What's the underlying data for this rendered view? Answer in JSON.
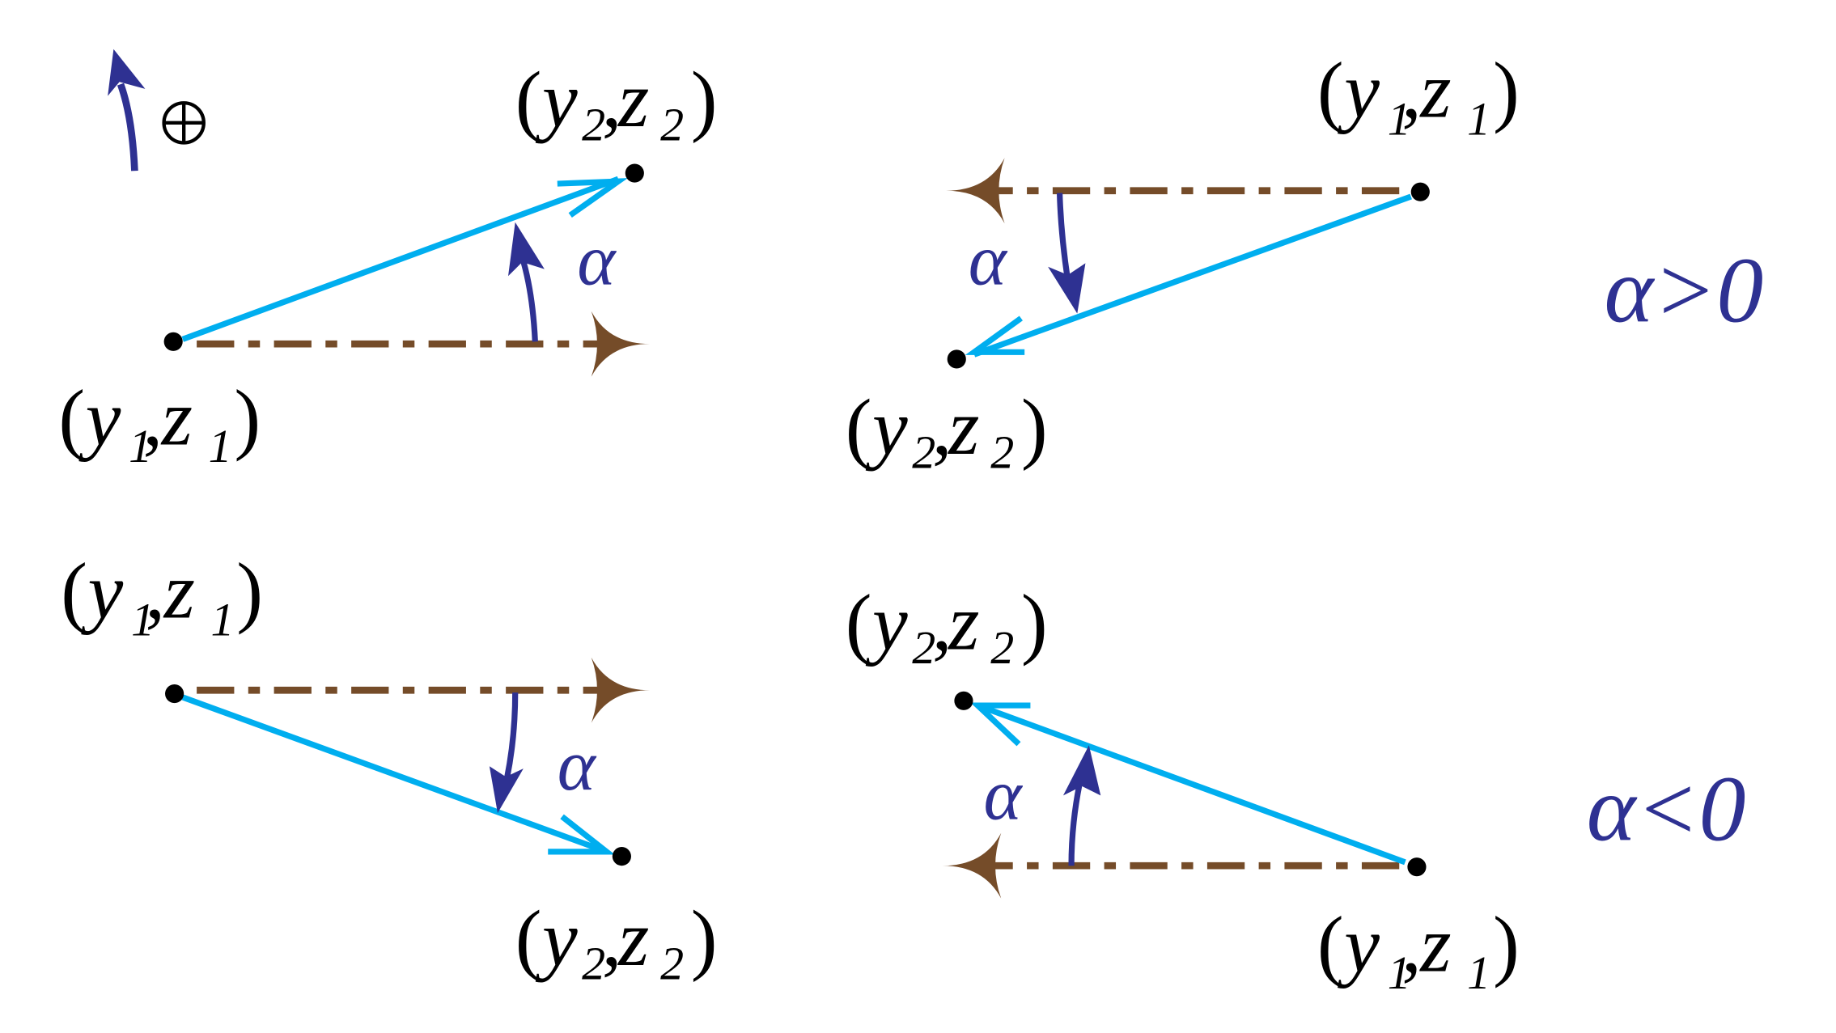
{
  "figure": {
    "description": "Sign convention for angle alpha between a reference horizontal direction and the vector from (y1,z1) to (y2,z2)",
    "colors": {
      "vector": "#00aeef",
      "reference_direction": "#754c29",
      "angle_arc": "#2e3192",
      "alpha_text": "#2e3192",
      "points": "#000000",
      "labels": "#000000"
    },
    "legend": {
      "positive_rotation_symbol": "⊕",
      "icon": "counterclockwise-rotation-arrow"
    },
    "conditions": {
      "top_row": "α>0",
      "bottom_row": "α<0"
    },
    "alpha_symbol": "α",
    "panels": [
      {
        "id": "top-left",
        "start_label": {
          "var1": "y",
          "sub1": "1",
          "var2": "z",
          "sub2": "1"
        },
        "end_label": {
          "var1": "y",
          "sub1": "2",
          "var2": "z",
          "sub2": "2"
        },
        "reference_direction": "right",
        "vector_direction": "up-right",
        "angle_sign": "positive"
      },
      {
        "id": "top-right",
        "start_label": {
          "var1": "y",
          "sub1": "1",
          "var2": "z",
          "sub2": "1"
        },
        "end_label": {
          "var1": "y",
          "sub1": "2",
          "var2": "z",
          "sub2": "2"
        },
        "reference_direction": "left",
        "vector_direction": "down-left",
        "angle_sign": "positive"
      },
      {
        "id": "bottom-left",
        "start_label": {
          "var1": "y",
          "sub1": "1",
          "var2": "z",
          "sub2": "1"
        },
        "end_label": {
          "var1": "y",
          "sub1": "2",
          "var2": "z",
          "sub2": "2"
        },
        "reference_direction": "right",
        "vector_direction": "down-right",
        "angle_sign": "negative"
      },
      {
        "id": "bottom-right",
        "start_label": {
          "var1": "y",
          "sub1": "1",
          "var2": "z",
          "sub2": "1"
        },
        "end_label": {
          "var1": "y",
          "sub1": "2",
          "var2": "z",
          "sub2": "2"
        },
        "reference_direction": "left",
        "vector_direction": "up-left",
        "angle_sign": "negative"
      }
    ]
  }
}
